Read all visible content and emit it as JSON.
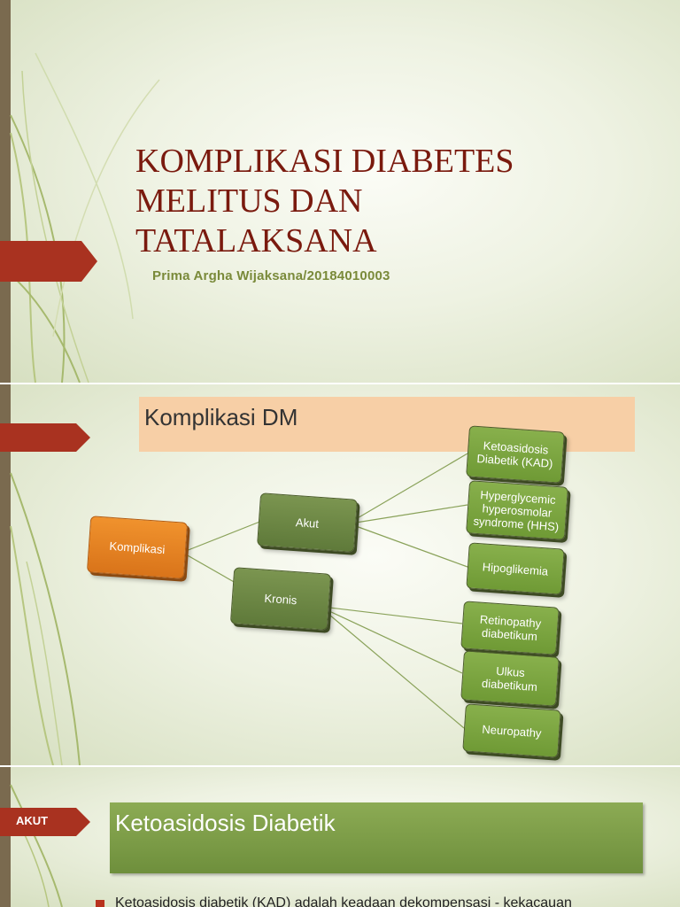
{
  "slide1": {
    "title_lines": [
      "KOMPLIKASI DIABETES",
      "MELITUS DAN",
      "TATALAKSANA"
    ],
    "subtitle": "Prima Argha Wijaksana/20184010003"
  },
  "slide2": {
    "header": "Komplikasi DM",
    "diagram": {
      "root": "Komplikasi",
      "akut": "Akut",
      "kronis": "Kronis",
      "akut_children": [
        "Ketoasidosis Diabetik (KAD)",
        "Hyperglycemic hyperosmolar syndrome (HHS)",
        "Hipoglikemia"
      ],
      "kronis_children": [
        "Retinopathy diabetikum",
        "Ulkus diabetikum",
        "Neuropathy"
      ]
    }
  },
  "slide3": {
    "tag": "AKUT",
    "header": "Ketoasidosis Diabetik",
    "body_partial": "Ketoasidosis diabetik (KAD) adalah keadaan dekompensasi - kekacauan"
  },
  "colors": {
    "title": "#7a1a0e",
    "subtitle": "#7a8a3a",
    "accent_red": "#b8321e",
    "header_peach": "#f7cfa6",
    "node_green": "#6b8743",
    "node_orange": "#e6822a"
  }
}
